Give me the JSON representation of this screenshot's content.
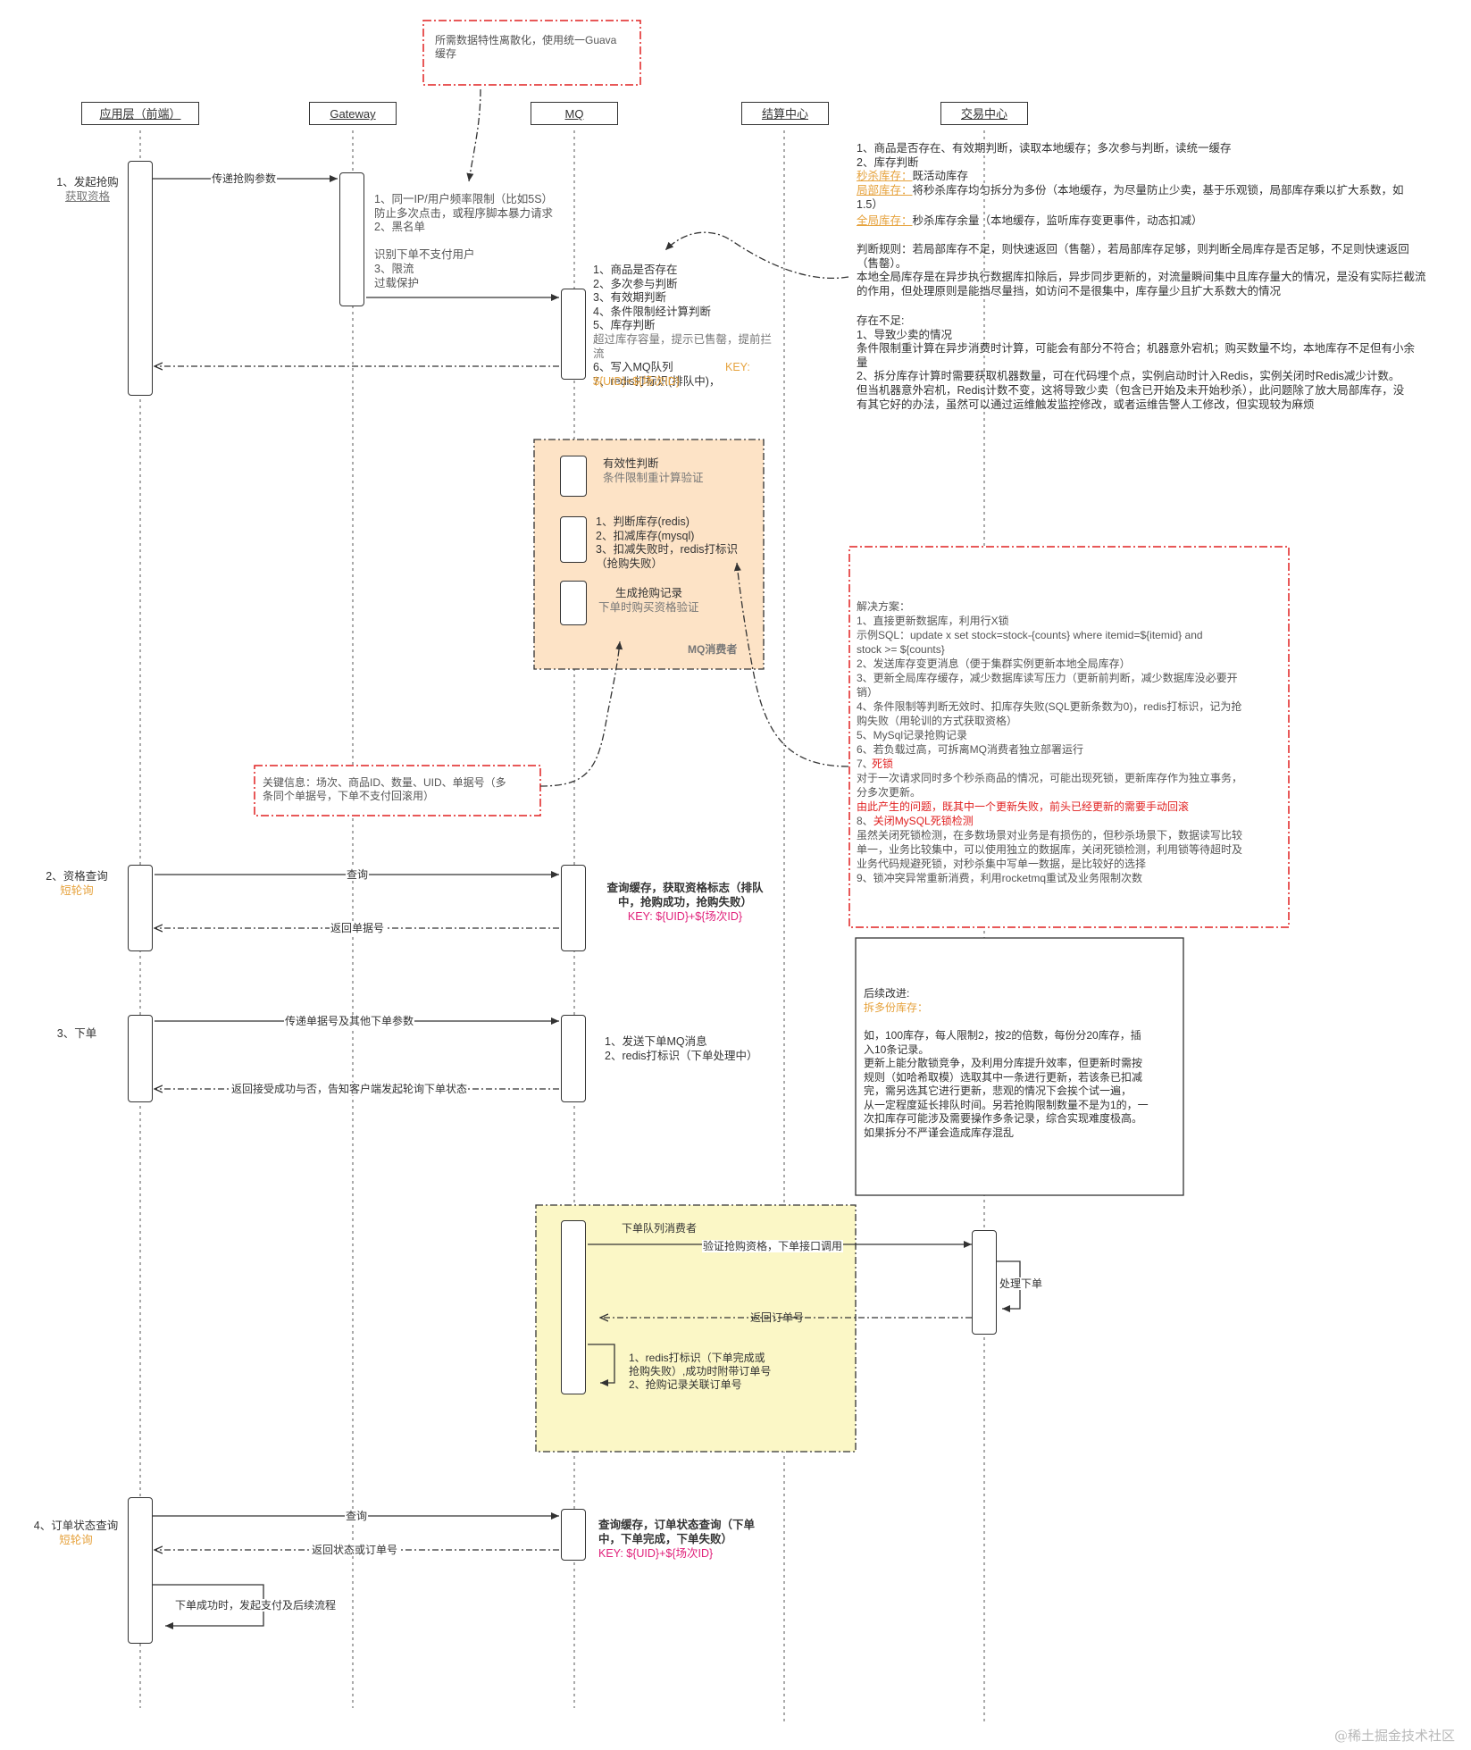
{
  "top_note": "所需数据特性离散化，使用统一Guava\n缓存",
  "actors": {
    "frontend": "应用层（前端）",
    "gateway": "Gateway",
    "mq": "MQ",
    "settlement": "结算中心",
    "trade": "交易中心"
  },
  "steps": {
    "s1_title": "1、发起抢购",
    "s1_sub": "获取资格",
    "s2_title": "2、资格查询",
    "s2_sub": "短轮询",
    "s3_title": "3、下单",
    "s4_title": "4、订单状态查询",
    "s4_sub": "短轮询"
  },
  "messages": {
    "pass_params": "传递抢购参数",
    "query1": "查询",
    "return_ticket": "返回单据号",
    "pass_ticket": "传递单据号及其他下单参数",
    "return_accept": "返回接受成功与否，告知客户端发起轮询下单状态",
    "verify_call": "验证抢购资格，下单接口调用",
    "handle_order": "处理下单",
    "return_order": "返回订单号",
    "query2": "查询",
    "return_status": "返回状态或订单号",
    "after_success": "下单成功时，发起支付及后续流程"
  },
  "notes": {
    "gateway_limits": "1、同一IP/用户频率限制（比如5S）\n防止多次点击，或程序脚本暴力请求\n2、黑名单\n\n识别下单不支付用户\n3、限流\n过载保护",
    "mq_checks_a": "1、商品是否存在\n2、多次参与判断\n3、有效期判断\n4、条件限制经计算判断\n5、库存判断",
    "mq_checks_b": "超过库存容量，提示已售罄，提前拦\n流",
    "mq_checks_c": "6、写入MQ队列\n7、redis打标识(排队中)，",
    "mq_checks_key": "KEY:\n${UID}+${场次ID}",
    "trade_1": "1、商品是否存在、有效期判断，读取本地缓存；多次参与判断，读统一缓存\n2、库存判断",
    "trade_sec_label": "秒杀库存：",
    "trade_sec_text": "既活动库存",
    "trade_local_label": "局部库存：",
    "trade_local_text": "将秒杀库存均匀拆分为多份（本地缓存，为尽量防止少卖，基于乐观锁，局部库存乘以扩大系数，如\n1.5）",
    "trade_global_label": "全局库存：",
    "trade_global_text": "秒杀库存余量（本地缓存，监听库存变更事件，动态扣减）",
    "trade_rules": "判断规则：若局部库存不足，则快速返回（售罄），若局部库存足够，则判断全局库存是否足够，不足则快速返回\n（售罄）。\n本地全局库存是在异步执行数据库扣除后，异步同步更新的，对流量瞬间集中且库存量大的情况，是没有实际拦截流\n的作用，但处理原则是能挡尽量挡，如访问不是很集中，库存量少且扩大系数大的情况",
    "trade_issues": "存在不足:\n1、导致少卖的情况\n条件限制重计算在异步消费时计算，可能会有部分不符合；机器意外宕机；购买数量不均，本地库存不足但有小余\n量\n2、拆分库存计算时需要获取机器数量，可在代码埋个点，实例启动时计入Redis，实例关闭时Redis减少计数。\n但当机器意外宕机，Redis计数不变，这将导致少卖（包含已开始及未开始秒杀），此问题除了放大局部库存，没\n有其它好的办法，虽然可以通过运维触发监控修改，或者运维告警人工修改，但实现较为麻烦",
    "consumer_1_title": "有效性判断",
    "consumer_1_sub": "条件限制重计算验证",
    "consumer_2": "1、判断库存(redis)\n2、扣减库存(mysql)\n3、扣减失败时，redis打标识\n（抢购失败）",
    "consumer_3_title": "生成抢购记录",
    "consumer_3_sub": "下单时购买资格验证",
    "consumer_frame_label": "MQ消费者",
    "key_info": "关键信息：场次、商品ID、数量、UID、单据号（多\n条同个单据号，下单不支付回滚用）",
    "solution_title": "解决方案：",
    "solution_a": "1、直接更新数据库，利用行X锁\n示例SQL：update x set stock=stock-{counts} where itemid=${itemid} and\nstock >= ${counts}\n2、发送库存变更消息（便于集群实例更新本地全局库存）\n3、更新全局库存缓存，减少数据库读写压力（更新前判断，减少数据库没必要开\n销）\n4、条件限制等判断无效时、扣库存失败(SQL更新条数为0)，redis打标识，记为抢\n购失败（用轮训的方式获取资格）\n5、MySql记录抢购记录\n6、若负载过高，可拆离MQ消费者独立部署运行\n7、",
    "solution_deadlock": "死锁",
    "solution_b": "对于一次请求同时多个秒杀商品的情况，可能出现死锁，更新库存作为独立事务，\n分多次更新。",
    "solution_c": "由此产生的问题，既其中一个更新失败，前头已经更新的需要手动回滚",
    "solution_d_prefix": "8、",
    "solution_d": "关闭MySQL死锁检测",
    "solution_e": "虽然关闭死锁检测，在多数场景对业务是有损伤的，但秒杀场景下，数据读写比较\n单一，业务比较集中，可以使用独立的数据库，关闭死锁检测，利用锁等待超时及\n业务代码规避死锁，对秒杀集中写单一数据，是比较好的选择\n9、锁冲突异常重新消费，利用rocketmq重试及业务限制次数",
    "improve_title": "后续改进:",
    "improve_sub": "拆多份库存：",
    "improve_body": "如，100库存，每人限制2，按2的倍数，每份分20库存，插\n入10条记录。\n更新上能分散锁竞争，及利用分库提升效率，但更新时需按\n规则（如哈希取模）选取其中一条进行更新，若该条已扣减\n完，需另选其它进行更新，悲观的情况下会挨个试一遍，\n从一定程度延长排队时间。另若抢购限制数量不是为1的，一\n次扣库存可能涉及需要操作多条记录，综合实现难度极高。\n如果拆分不严谨会造成库存混乱",
    "qual_query": "查询缓存，获取资格标志（排队\n中，抢购成功，抢购失败）",
    "qual_key": "KEY: ${UID}+${场次ID}",
    "order_note": "1、发送下单MQ消息\n2、redis打标识（下单处理中）",
    "order_consumer_label": "下单队列消费者",
    "order_consumer_note": "1、redis打标识（下单完成或\n抢购失败）,成功时附带订单号\n2、抢购记录关联订单号",
    "status_query": "查询缓存，订单状态查询（下单\n中，下单完成，下单失败）",
    "status_key": "KEY: ${UID}+${场次ID}"
  },
  "watermark": "@稀土掘金技术社区",
  "colors": {
    "red_dash": "#e02020",
    "orange_fill": "#fde3c6",
    "yellow_fill": "#fbf7c6",
    "orange_text": "#e6a23c",
    "pink_text": "#e0207a"
  }
}
